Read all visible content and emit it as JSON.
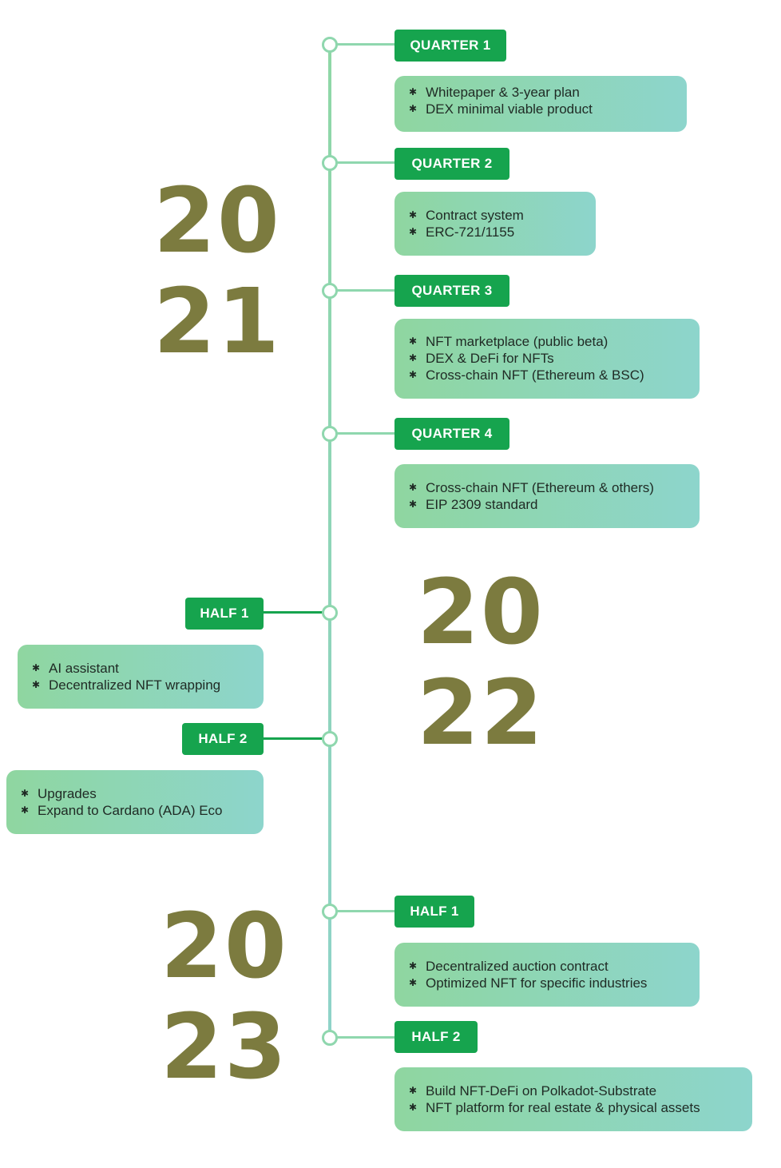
{
  "bullet_glyph": "✱",
  "colors": {
    "tag_green": "#16a44e",
    "year_olive": "#7c7b3f",
    "box_start": "#8fd6a0",
    "box_end": "#8dd5cc",
    "spine": "#8fd7ae"
  },
  "years": [
    {
      "line1": "20",
      "line2": "21"
    },
    {
      "line1": "20",
      "line2": "22"
    },
    {
      "line1": "20",
      "line2": "23"
    }
  ],
  "milestones": [
    {
      "label": "QUARTER 1",
      "items": [
        "Whitepaper & 3-year plan",
        "DEX minimal viable product"
      ]
    },
    {
      "label": "QUARTER 2",
      "items": [
        "Contract system",
        "ERC-721/1155"
      ]
    },
    {
      "label": "QUARTER 3",
      "items": [
        "NFT marketplace (public beta)",
        "DEX & DeFi for NFTs",
        "Cross-chain NFT (Ethereum & BSC)"
      ]
    },
    {
      "label": "QUARTER 4",
      "items": [
        "Cross-chain NFT (Ethereum & others)",
        "EIP 2309 standard"
      ]
    },
    {
      "label": "HALF 1",
      "items": [
        "AI assistant",
        "Decentralized NFT wrapping"
      ]
    },
    {
      "label": "HALF 2",
      "items": [
        "Upgrades",
        "Expand to Cardano (ADA) Eco"
      ]
    },
    {
      "label": "HALF 1",
      "items": [
        "Decentralized auction contract",
        "Optimized NFT for specific industries"
      ]
    },
    {
      "label": "HALF 2",
      "items": [
        "Build NFT-DeFi on Polkadot-Substrate",
        "NFT platform for real estate & physical assets"
      ]
    }
  ]
}
